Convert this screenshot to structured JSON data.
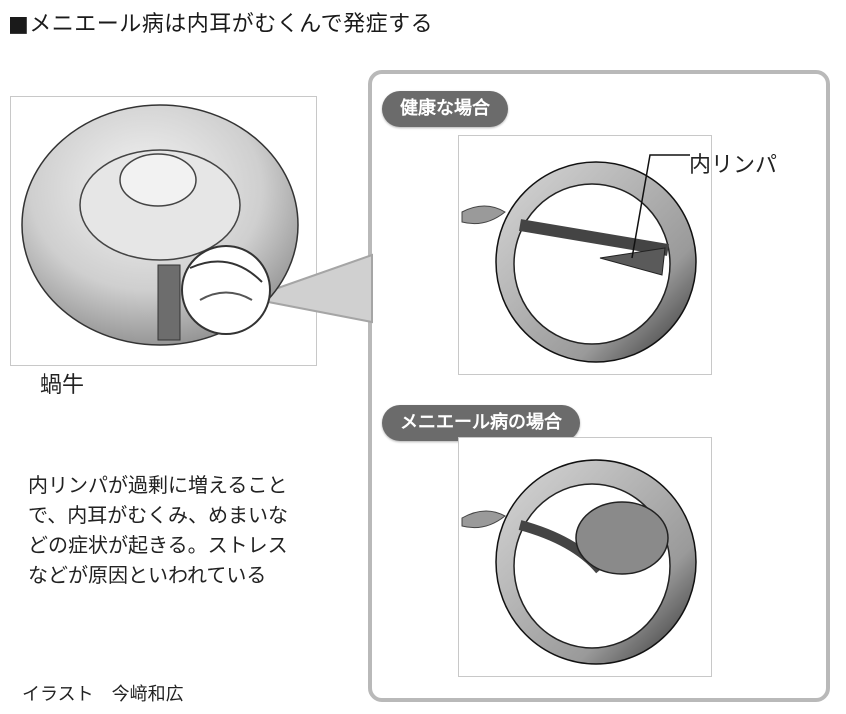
{
  "title": "■メニエール病は内耳がむくんで発症する",
  "cochlea_label": "蝸牛",
  "healthy_label": "健康な場合",
  "meniere_label": "メニエール病の場合",
  "endolymph_label": "内リンパ",
  "description": [
    "内リンパが過剰に増えること",
    "で、内耳がむくみ、めまいな",
    "どの症状が起きる。ストレス",
    "などが原因といわれている"
  ],
  "credit": "イラスト　今﨑和広"
}
